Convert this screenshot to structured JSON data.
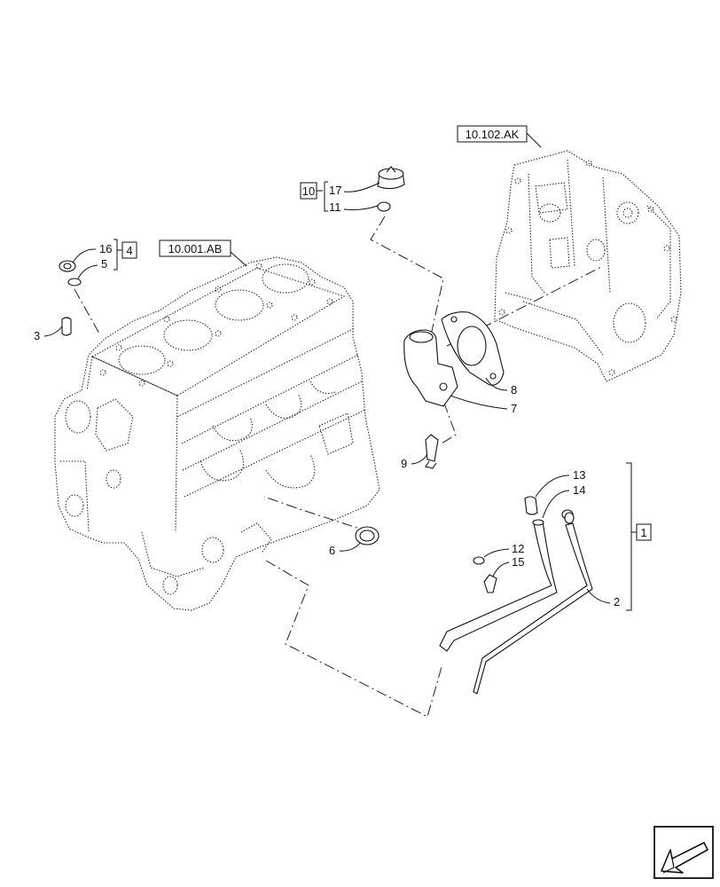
{
  "references": {
    "cylinder_block": "10.001.AB",
    "timing_cover": "10.102.AK"
  },
  "group_boxes": {
    "filler_group": "10",
    "plug_group": "4",
    "dipstick_group": "1"
  },
  "callouts": {
    "c1": "1",
    "c2": "2",
    "c3": "3",
    "c5": "5",
    "c6": "6",
    "c7": "7",
    "c8": "8",
    "c9": "9",
    "c11": "11",
    "c12": "12",
    "c13": "13",
    "c14": "14",
    "c15": "15",
    "c16": "16",
    "c17": "17"
  },
  "nav": {
    "icon": "arrow-back-icon"
  }
}
